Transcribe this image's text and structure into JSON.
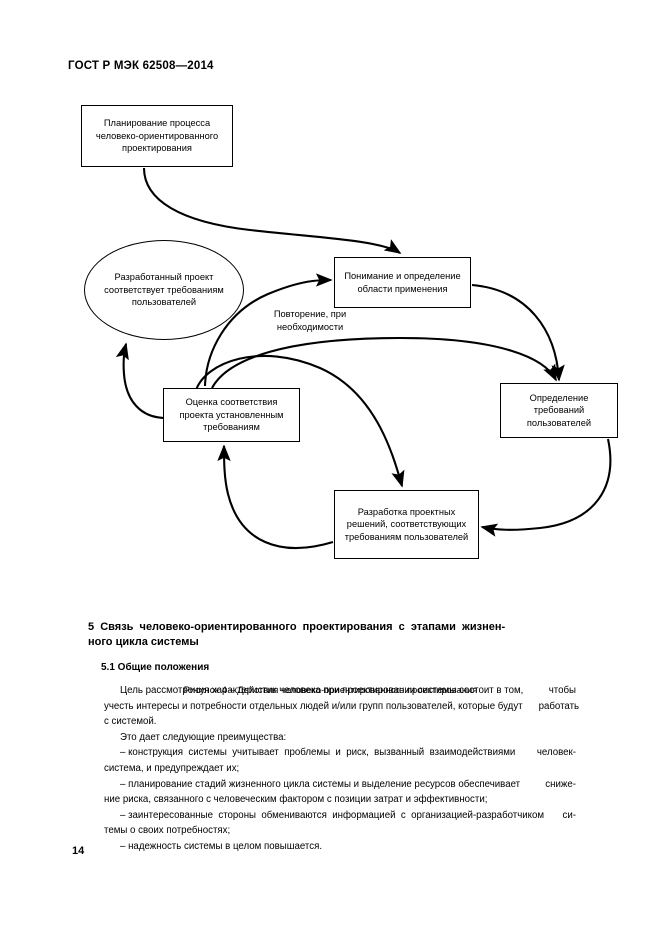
{
  "document": {
    "standard_header": "ГОСТ Р МЭК 62508—2014",
    "page_number": "14"
  },
  "figure": {
    "caption": "Рисунок 4 – Действия человеко-ориентированного проектирования",
    "nodes": {
      "planning": "Планирование процесса человеко-ориентированного проектирования",
      "developed_design": "Разработанный проект соответствует требованиям пользователей",
      "understanding": "Понимание и определение области применения",
      "user_requirements": "Определение требований пользователей",
      "evaluation": "Оценка соответствия проекта установленным требованиям",
      "design_solutions": "Разработка проектных решений, соответствующих требованиям пользователей"
    },
    "edge_label": "Повторение, при необходимости"
  },
  "section": {
    "heading_line1": "5  Связь  человеко-ориентированного  проектирования  с  этапами  жизнен-",
    "heading_line2": "ного цикла системы",
    "subsection_heading": "5.1 Общие положения"
  },
  "body": {
    "p1_l1_a": "Цель рассмотрения характеристик человека при проектировании системы состоит в том,",
    "p1_l1_b": "чтобы",
    "p1_l2_a": "учесть интересы и потребности отдельных людей и/или групп пользователей, которые будут",
    "p1_l2_b": "работать",
    "p1_l3": "с системой.",
    "p2": "Это дает следующие преимущества:",
    "b1_l1_a": "– конструкция  системы  учитывает  проблемы  и  риск,  вызванный  взаимодействиями",
    "b1_l1_b": "человек-",
    "b1_l2": "система, и предупреждает их;",
    "b2_l1_a": "– планирование стадий жизненного цикла системы и выделение ресурсов обеспечивает",
    "b2_l1_b": "сниже-",
    "b2_l2": "ние риска, связанного с человеческим фактором с позиции затрат и эффективности;",
    "b3_l1_a": "– заинтересованные  стороны  обмениваются  информацией  с  организацией-разработчиком",
    "b3_l1_b": "си-",
    "b3_l2": "темы о своих потребностях;",
    "b4": "– надежность системы в целом повышается."
  }
}
